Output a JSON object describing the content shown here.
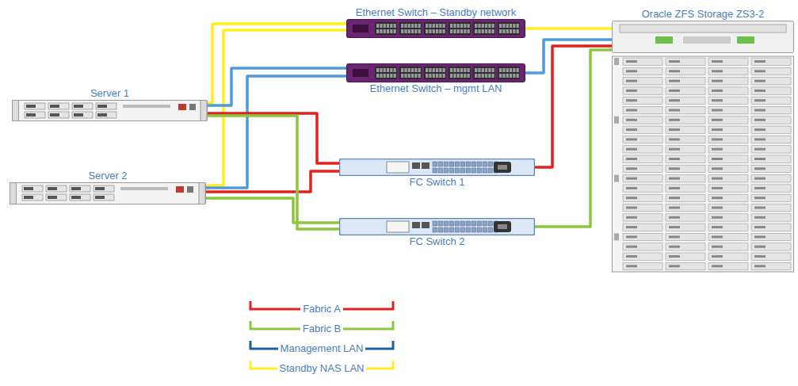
{
  "diagram": {
    "nodes": [
      {
        "text": [
          "Ethernet Switch – Standby network"
        ]
      },
      {
        "text": [
          "Oracle ZFS Storage ZS3-2"
        ]
      },
      {
        "text": [
          "Ethernet Switch – mgmt LAN"
        ]
      },
      {
        "text": [
          "Server 1"
        ]
      },
      {
        "text": [
          "Server 2"
        ]
      },
      {
        "text": [
          "FC Switch 1"
        ]
      },
      {
        "text": [
          "FC Switch 2"
        ]
      }
    ],
    "edges": [
      {
        "from": 3,
        "to": 0,
        "arrow": "none"
      },
      {
        "from": 4,
        "to": 0,
        "arrow": "none"
      },
      {
        "from": 3,
        "to": 2,
        "arrow": "none"
      },
      {
        "from": 4,
        "to": 2,
        "arrow": "none"
      },
      {
        "from": 3,
        "to": 5,
        "arrow": "none"
      },
      {
        "from": 4,
        "to": 5,
        "arrow": "none"
      },
      {
        "from": 3,
        "to": 6,
        "arrow": "none"
      },
      {
        "from": 4,
        "to": 6,
        "arrow": "none"
      },
      {
        "from": 0,
        "to": 1,
        "arrow": "none"
      },
      {
        "from": 2,
        "to": 1,
        "arrow": "none"
      },
      {
        "from": 5,
        "to": 1,
        "arrow": "none"
      },
      {
        "from": 6,
        "to": 1,
        "arrow": "none"
      }
    ],
    "legend": [
      {
        "text": "Fabric A",
        "color": "#e3211c"
      },
      {
        "text": "Fabric B",
        "color": "#8cc63f"
      },
      {
        "text": "Management LAN",
        "color": "#1f5fa8"
      },
      {
        "text": "Standby NAS LAN",
        "color": "#ffee22"
      }
    ]
  }
}
